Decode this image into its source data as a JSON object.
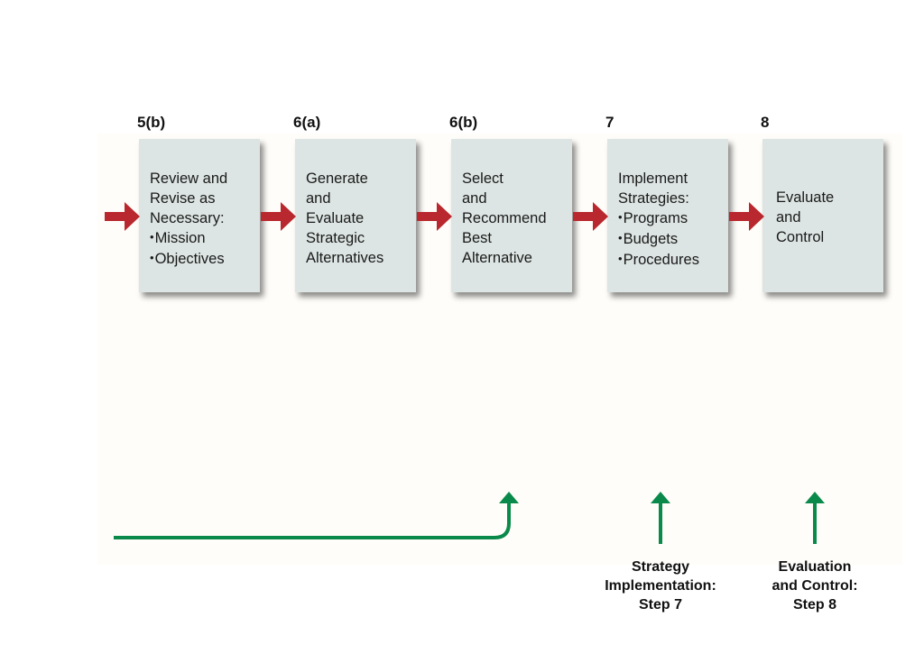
{
  "steps": [
    {
      "number": "5(b)",
      "lines": [
        "Review and",
        "Revise as",
        "Necessary:"
      ],
      "bullets": [
        "Mission",
        "Objectives"
      ]
    },
    {
      "number": "6(a)",
      "lines": [
        "Generate",
        "and",
        "Evaluate",
        "Strategic",
        "Alternatives"
      ],
      "bullets": []
    },
    {
      "number": "6(b)",
      "lines": [
        "Select",
        "and",
        "Recommend",
        "Best",
        "Alternative"
      ],
      "bullets": []
    },
    {
      "number": "7",
      "lines": [
        "Implement",
        "Strategies:"
      ],
      "bullets": [
        "Programs",
        "Budgets",
        "Procedures"
      ]
    },
    {
      "number": "8",
      "lines": [
        "Evaluate",
        "and",
        "Control"
      ],
      "bullets": []
    }
  ],
  "captions": {
    "implementation": [
      "Strategy",
      "Implementation:",
      "Step 7"
    ],
    "evaluation": [
      "Evaluation",
      "and Control:",
      "Step 8"
    ]
  },
  "colors": {
    "box_fill": "#dce5e3",
    "flow_arrow": "#b8282e",
    "feedback_arrow": "#0a8a4a"
  }
}
